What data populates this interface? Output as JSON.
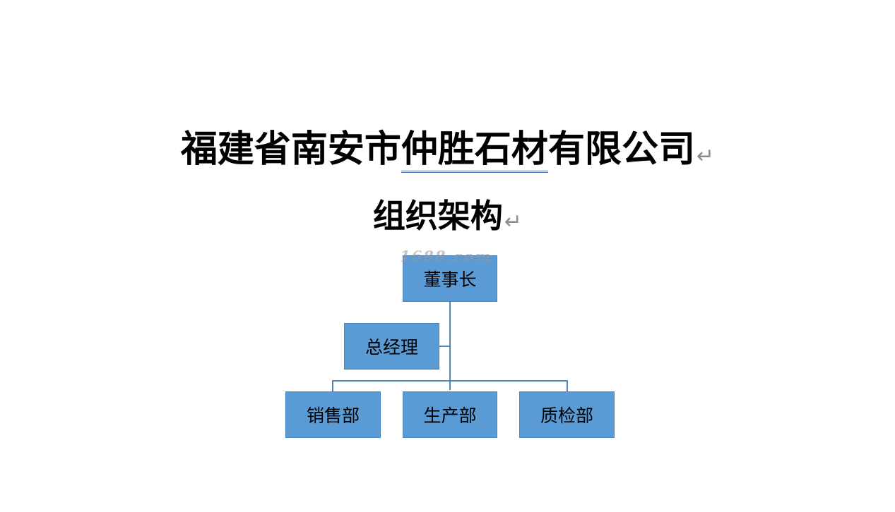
{
  "title": {
    "line1_before": "福建省南安市",
    "line1_underlined": "仲胜石材",
    "line1_after": "有限公司",
    "line2": "组织架构",
    "paragraph_mark": "↵"
  },
  "watermark": "1688.com",
  "org_chart": {
    "root": "董事长",
    "assistant": "总经理",
    "departments": [
      "销售部",
      "生产部",
      "质检部"
    ]
  },
  "colors": {
    "box_fill": "#5b9bd5",
    "connector": "#4f86b8",
    "underline": "#4a6fa5"
  }
}
